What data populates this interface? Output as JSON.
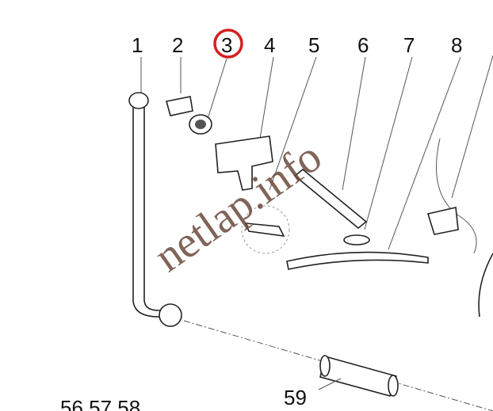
{
  "diagram": {
    "part_labels": [
      "1",
      "2",
      "3",
      "4",
      "5",
      "6",
      "7",
      "8"
    ],
    "highlighted_label": "3",
    "highlight_color": "#d42020",
    "bottom_labels": {
      "left_group": "56 57 58",
      "pipe": "59"
    },
    "watermark": "netlap.info"
  }
}
